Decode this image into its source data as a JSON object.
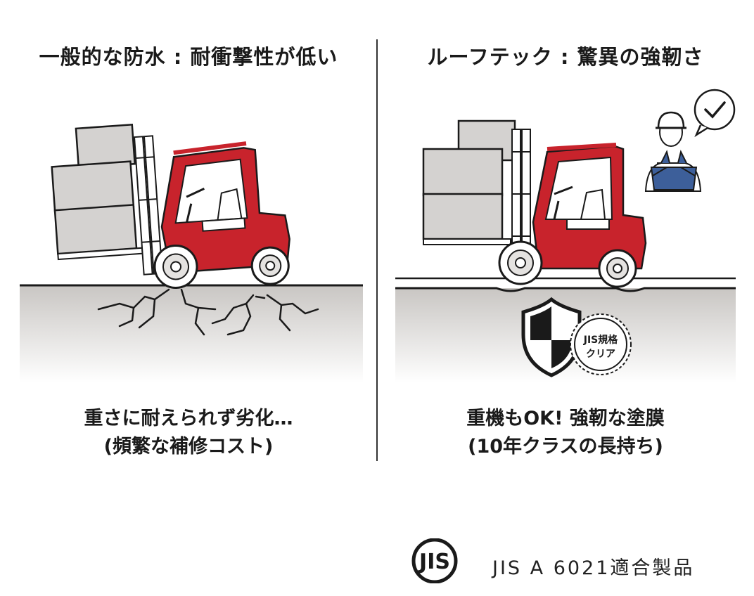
{
  "left_panel": {
    "title": "一般的な防水 : 耐衝撃性が低い",
    "caption_line1": "重さに耐えられず劣化…",
    "caption_line2": "(頻繁な補修コスト)"
  },
  "right_panel": {
    "title": "ルーフテック : 驚異の強靭さ",
    "seal_line1": "JIS規格",
    "seal_line2": "クリア",
    "caption_line1": "重機もOK! 強靭な塗膜",
    "caption_line2": "(10年クラスの長持ち)"
  },
  "footer": {
    "logo_text": "JIS",
    "text": "JIS A 6021適合製品"
  },
  "colors": {
    "forklift_red": "#c8232c",
    "box_gray": "#d4d2d0",
    "ground_gray": "#c9c6c3",
    "uniform_blue": "#3d5f9a",
    "ink": "#1a1a1a"
  },
  "icons": {
    "check_bubble": "checkmark-icon",
    "shield": "shield-icon",
    "seal": "jis-seal-icon"
  }
}
